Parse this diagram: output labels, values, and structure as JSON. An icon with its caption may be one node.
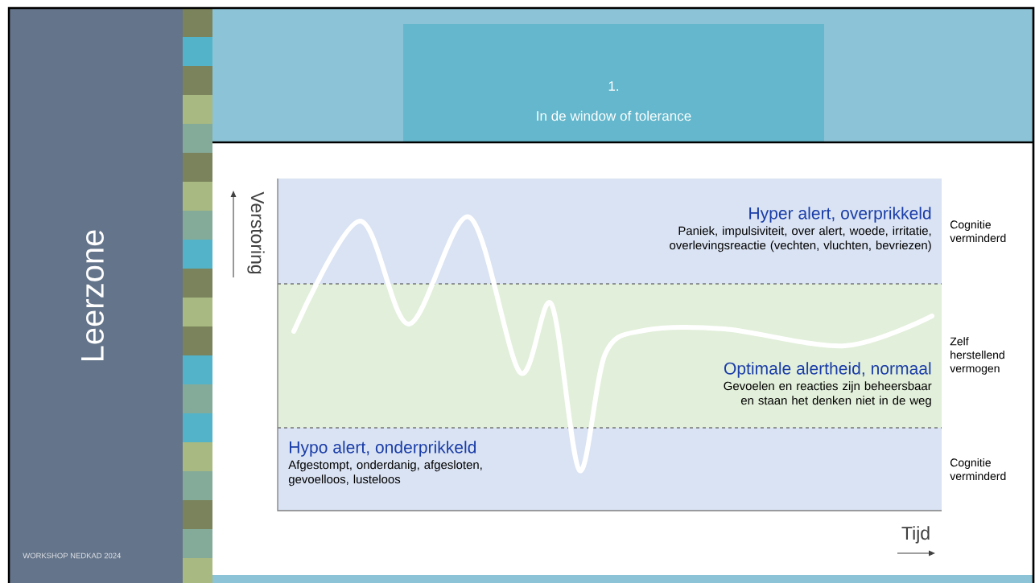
{
  "diagram": {
    "nodes": [
      {
        "text": [
          "Leerzone",
          "WORKSHOP NEDKAD 2024"
        ]
      },
      {
        "text": [
          "1.",
          "In de window of tolerance"
        ]
      },
      {
        "text": [
          "Hyper alert, overprikkeld",
          "Paniek, impulsiviteit, over alert, woede, irritatie, overlevingsreactie (vechten, vluchten, bevriezen)"
        ],
        "beside": [
          "Cognitie verminderd"
        ]
      },
      {
        "text": [
          "Optimale alertheid, normaal",
          "Gevoelen en reacties zijn beheersbaar en staan het denken niet in de weg"
        ],
        "beside": [
          "Zelf herstellend vermogen"
        ]
      },
      {
        "text": [
          "Hypo alert, onderprikkeld",
          "Afgestompt, onderdanig, afgesloten, gevoelloos, lusteloos"
        ],
        "beside": [
          "Cognitie verminderd"
        ]
      }
    ],
    "labels": [
      "Verstoring",
      "Tijd"
    ]
  }
}
